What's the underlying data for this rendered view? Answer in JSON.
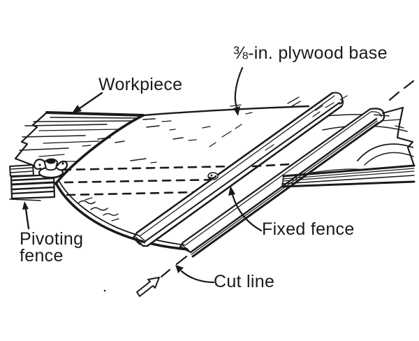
{
  "figure": {
    "type": "line-drawing",
    "colors": {
      "ink": "#1a1a1a",
      "paper": "#ffffff"
    },
    "labels": {
      "workpiece": "Workpiece",
      "plywood_base": "⅜-in. plywood base",
      "pivoting_fence_line1": "Pivoting",
      "pivoting_fence_line2": "fence",
      "fixed_fence": "Fixed fence",
      "cut_line": "Cut line"
    }
  }
}
